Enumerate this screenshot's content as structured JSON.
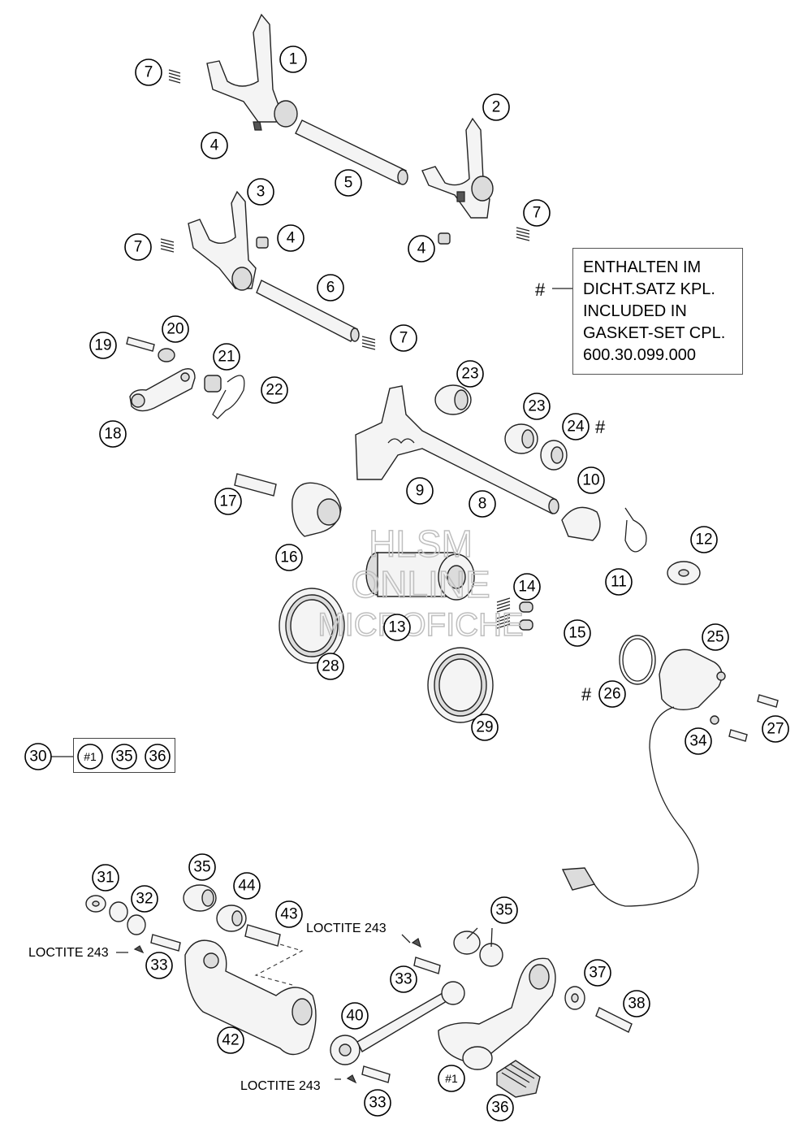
{
  "note": {
    "marker": "#",
    "lines": [
      "ENTHALTEN IM",
      "DICHT.SATZ KPL.",
      "INCLUDED IN",
      "GASKET-SET CPL.",
      "600.30.099.000"
    ]
  },
  "watermark": {
    "lines": [
      "HLSM",
      "ONLINE",
      "MICROFICHE"
    ]
  },
  "loctite": {
    "label": "LOCTITE 243"
  },
  "marks": {
    "hash": "#"
  },
  "callouts": {
    "c1": "1",
    "c2": "2",
    "c3": "3",
    "c4a": "4",
    "c4b": "4",
    "c4c": "4",
    "c5": "5",
    "c6": "6",
    "c7a": "7",
    "c7b": "7",
    "c7c": "7",
    "c7d": "7",
    "c8": "8",
    "c9": "9",
    "c10": "10",
    "c11": "11",
    "c12": "12",
    "c13": "13",
    "c14": "14",
    "c15": "15",
    "c16": "16",
    "c17": "17",
    "c18": "18",
    "c19": "19",
    "c20": "20",
    "c21": "21",
    "c22": "22",
    "c23a": "23",
    "c23b": "23",
    "c24": "24",
    "c25": "25",
    "c26": "26",
    "c27": "27",
    "c28": "28",
    "c29": "29",
    "c30": "30",
    "c31": "31",
    "c32": "32",
    "c33a": "33",
    "c33b": "33",
    "c33c": "33",
    "c34": "34",
    "c35a": "35",
    "c35b": "35",
    "c36a": "36",
    "c37": "37",
    "c38": "38",
    "c40": "40",
    "c42": "42",
    "c43": "43",
    "c44": "44",
    "k1": "#1",
    "k35": "35",
    "k36": "36",
    "p1": "#1",
    "p36": "36"
  }
}
